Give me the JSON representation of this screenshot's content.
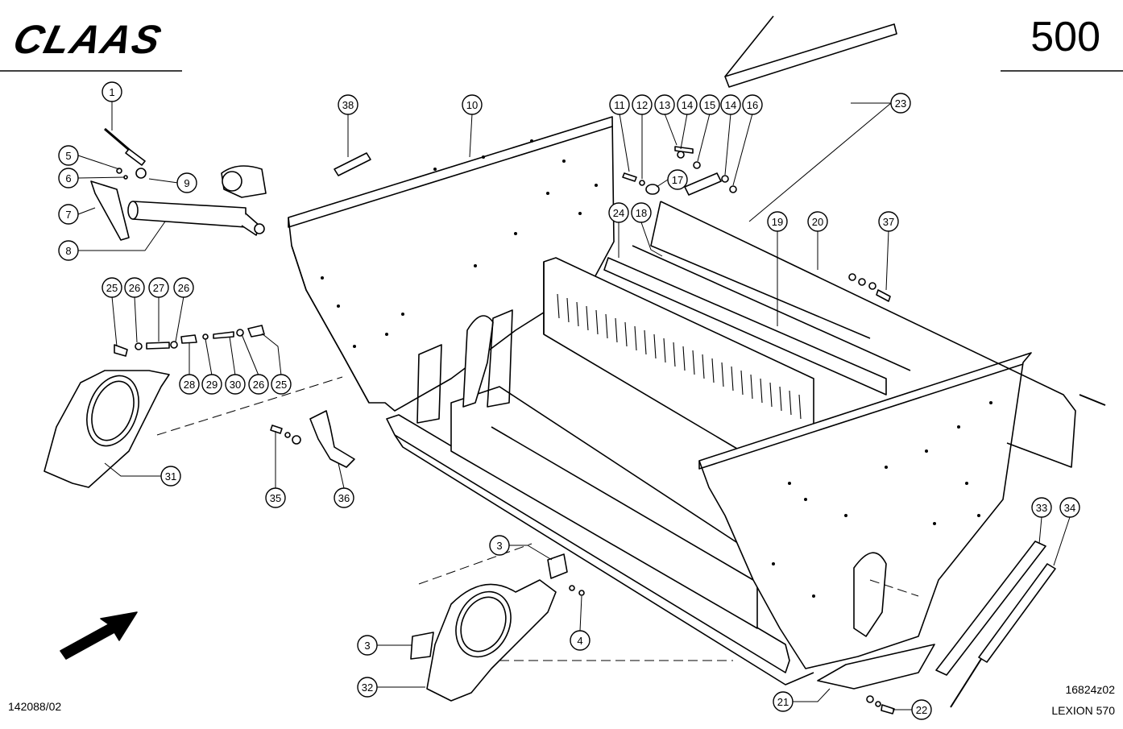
{
  "header": {
    "brand": "CLAAS",
    "page_number": "500"
  },
  "footer": {
    "drawing_ref_left": "142088/02",
    "drawing_ref_right": "16824z02",
    "model": "LEXION 570"
  },
  "callouts": [
    {
      "id": "c1",
      "label": "1"
    },
    {
      "id": "c5",
      "label": "5"
    },
    {
      "id": "c6",
      "label": "6"
    },
    {
      "id": "c9",
      "label": "9"
    },
    {
      "id": "c7",
      "label": "7"
    },
    {
      "id": "c8",
      "label": "8"
    },
    {
      "id": "c38",
      "label": "38"
    },
    {
      "id": "c10",
      "label": "10"
    },
    {
      "id": "c11",
      "label": "11"
    },
    {
      "id": "c12",
      "label": "12"
    },
    {
      "id": "c13",
      "label": "13"
    },
    {
      "id": "c14a",
      "label": "14"
    },
    {
      "id": "c15",
      "label": "15"
    },
    {
      "id": "c14b",
      "label": "14"
    },
    {
      "id": "c16",
      "label": "16"
    },
    {
      "id": "c17",
      "label": "17"
    },
    {
      "id": "c23",
      "label": "23"
    },
    {
      "id": "c24",
      "label": "24"
    },
    {
      "id": "c18",
      "label": "18"
    },
    {
      "id": "c19",
      "label": "19"
    },
    {
      "id": "c20",
      "label": "20"
    },
    {
      "id": "c37",
      "label": "37"
    },
    {
      "id": "c25a",
      "label": "25"
    },
    {
      "id": "c26a",
      "label": "26"
    },
    {
      "id": "c27",
      "label": "27"
    },
    {
      "id": "c26b",
      "label": "26"
    },
    {
      "id": "c28",
      "label": "28"
    },
    {
      "id": "c29",
      "label": "29"
    },
    {
      "id": "c30",
      "label": "30"
    },
    {
      "id": "c26c",
      "label": "26"
    },
    {
      "id": "c25b",
      "label": "25"
    },
    {
      "id": "c31",
      "label": "31"
    },
    {
      "id": "c35",
      "label": "35"
    },
    {
      "id": "c36",
      "label": "36"
    },
    {
      "id": "c3a",
      "label": "3"
    },
    {
      "id": "c4",
      "label": "4"
    },
    {
      "id": "c3b",
      "label": "3"
    },
    {
      "id": "c32",
      "label": "32"
    },
    {
      "id": "c33",
      "label": "33"
    },
    {
      "id": "c34",
      "label": "34"
    },
    {
      "id": "c21",
      "label": "21"
    },
    {
      "id": "c22",
      "label": "22"
    }
  ]
}
